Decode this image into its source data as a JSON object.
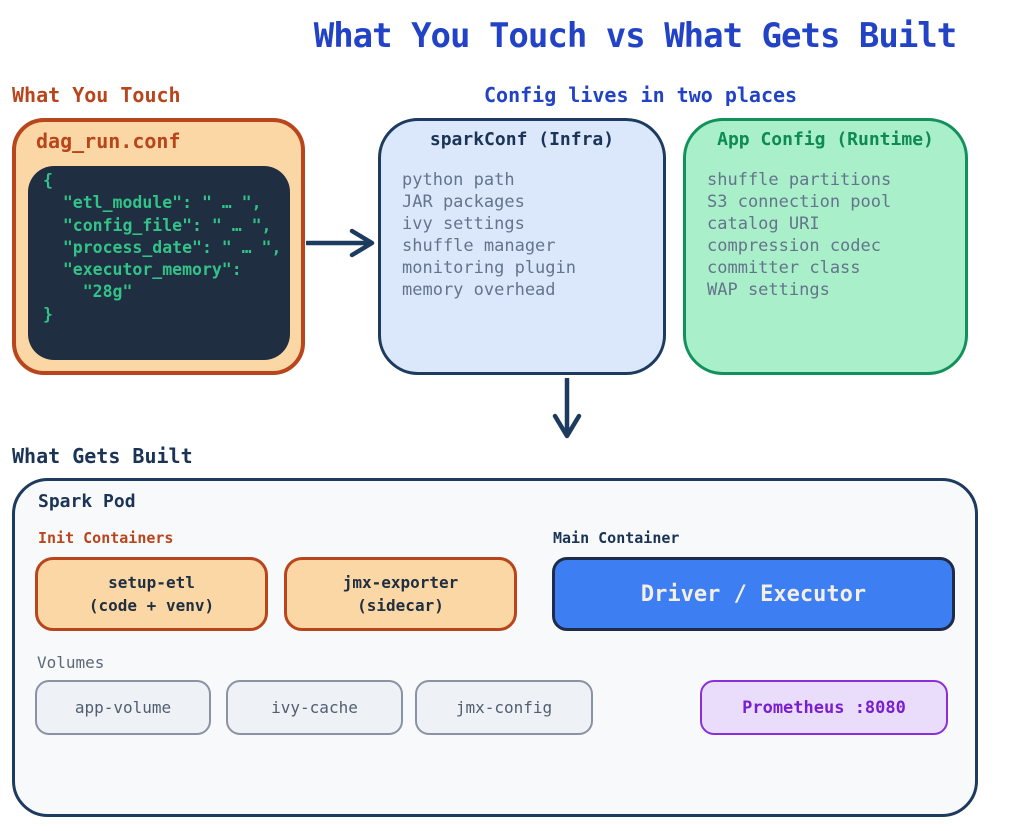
{
  "header": {
    "title": "What You Touch vs What Gets Built"
  },
  "touch": {
    "label": "What You Touch",
    "file_title": "dag_run.conf",
    "code_lines": [
      "{",
      "  \"etl_module\": \" … \",",
      "  \"config_file\": \" … \",",
      "  \"process_date\": \" … \",",
      "  \"executor_memory\":",
      "    \"28g\"",
      "}"
    ]
  },
  "config": {
    "label": "Config lives in two places",
    "spark_conf": {
      "title": "sparkConf (Infra)",
      "items": [
        "python path",
        "JAR packages",
        "ivy settings",
        "shuffle manager",
        "monitoring plugin",
        "memory overhead"
      ]
    },
    "app_config": {
      "title": "App Config (Runtime)",
      "items": [
        "shuffle partitions",
        "S3 connection pool",
        "catalog URI",
        "compression codec",
        "committer class",
        "WAP settings"
      ]
    }
  },
  "built": {
    "label": "What Gets Built",
    "pod_title": "Spark Pod",
    "init": {
      "label": "Init Containers",
      "containers": [
        {
          "line1": "setup-etl",
          "line2": "(code + venv)"
        },
        {
          "line1": "jmx-exporter",
          "line2": "(sidecar)"
        }
      ]
    },
    "main": {
      "label": "Main Container",
      "name": "Driver / Executor"
    },
    "volumes": {
      "label": "Volumes",
      "items": [
        "app-volume",
        "ivy-cache",
        "jmx-config"
      ]
    },
    "sidecar_port": {
      "label": "Prometheus :8080"
    }
  },
  "colors": {
    "title_blue": "#2243c6",
    "accent_orange": "#b8451c",
    "peach": "#fbd7a5",
    "code_bg": "#1f2e40",
    "code_green": "#33c287",
    "navy_border": "#1d3a5f",
    "navy_text": "#1a3356",
    "light_blue": "#dbe8fb",
    "mint": "#a9efca",
    "green_border": "#13915d",
    "green_text": "#0e8a52",
    "item_gray": "#64748b",
    "pod_bg": "#f7f9fb",
    "driver_blue": "#3d7ef2",
    "driver_text": "#f4efe4",
    "volume_bg": "#eef1f5",
    "volume_border": "#8a93a3",
    "purple_border": "#8b2fd6",
    "purple_text": "#7a1fd0"
  }
}
